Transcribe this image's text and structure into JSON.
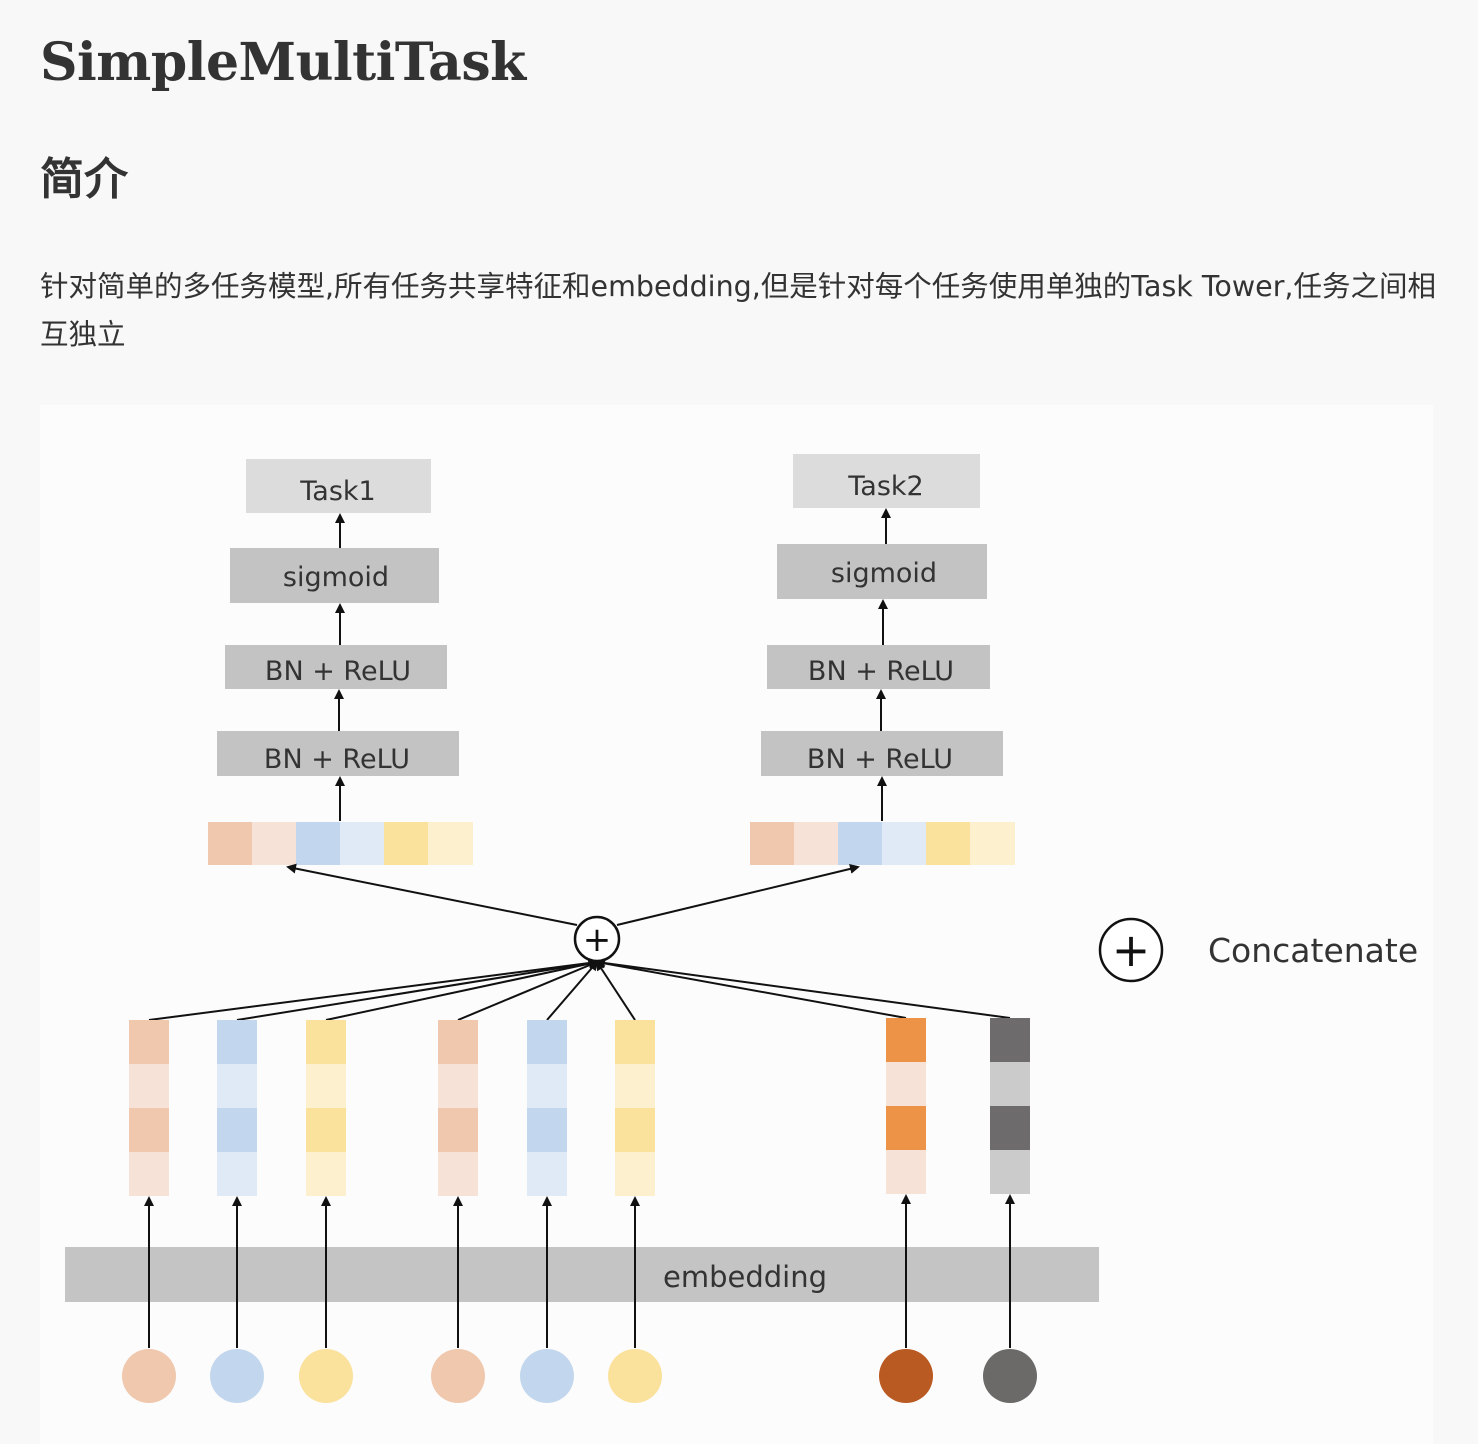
{
  "document": {
    "title": "SimpleMultiTask",
    "section_heading": "简介",
    "intro_paragraph": "针对简单的多任务模型,所有任务共享特征和embedding,但是针对每个任务使用单独的Task Tower,任务之间相互独立"
  },
  "figure": {
    "towers": [
      {
        "task_label": "Task1",
        "activation_label": "sigmoid",
        "layers": [
          "BN + ReLU",
          "BN + ReLU"
        ]
      },
      {
        "task_label": "Task2",
        "activation_label": "sigmoid",
        "layers": [
          "BN + ReLU",
          "BN + ReLU"
        ]
      }
    ],
    "embedding_label": "embedding",
    "concat_symbol": "+",
    "legend": {
      "symbol": "+",
      "label": "Concatenate"
    },
    "concat_vector_colors": [
      "#efc8ae",
      "#f6e2d7",
      "#c2d7ee",
      "#e0eaf6",
      "#fae29c",
      "#fcf0ce"
    ],
    "feature_columns": [
      {
        "colors": [
          "#efc8ae",
          "#f6e2d7",
          "#efc8ae",
          "#f6e2d7"
        ],
        "input_color": "#efc8ae"
      },
      {
        "colors": [
          "#c2d7ee",
          "#e0eaf6",
          "#c2d7ee",
          "#e0eaf6"
        ],
        "input_color": "#c2d7ee"
      },
      {
        "colors": [
          "#fae29c",
          "#fcf0ce",
          "#fae29c",
          "#fcf0ce"
        ],
        "input_color": "#fae29c"
      },
      {
        "colors": [
          "#efc8ae",
          "#f6e2d7",
          "#efc8ae",
          "#f6e2d7"
        ],
        "input_color": "#efc8ae"
      },
      {
        "colors": [
          "#c2d7ee",
          "#e0eaf6",
          "#c2d7ee",
          "#e0eaf6"
        ],
        "input_color": "#c2d7ee"
      },
      {
        "colors": [
          "#fae29c",
          "#fcf0ce",
          "#fae29c",
          "#fcf0ce"
        ],
        "input_color": "#fae29c"
      },
      {
        "colors": [
          "#ec9348",
          "#f6e2d7",
          "#ec9348",
          "#f6e2d7"
        ],
        "input_color": "#b85a22"
      },
      {
        "colors": [
          "#6d6b6c",
          "#cbcbcb",
          "#6d6b6c",
          "#cbcbcb"
        ],
        "input_color": "#6b6a69"
      }
    ],
    "colors": {
      "task_box": "#dcdcdc",
      "layer_box": "#c3c3c3",
      "embedding_bar": "#c4c4c4",
      "line": "#111111"
    }
  }
}
